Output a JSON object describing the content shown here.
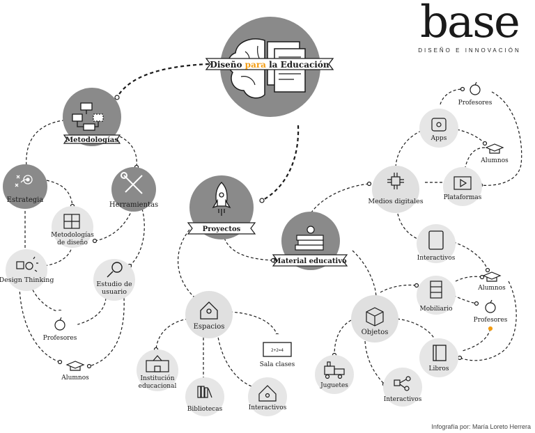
{
  "brand": {
    "logo": "base",
    "tagline": "DISEÑO E INNOVACIÓN"
  },
  "title": {
    "part1": "Diseño ",
    "part2": "para",
    "part3": " la Educación"
  },
  "nodes": {
    "metodologias": "Metodologías",
    "estrategia": "Estrategia",
    "herramientas": "Herramientas",
    "metodologias_diseno_1": "Metodologías",
    "metodologias_diseno_2": "de diseño",
    "design_thinking": "Design Thinking",
    "estudio_usuario_1": "Estudio de",
    "estudio_usuario_2": "usuario",
    "profesores_left": "Profesores",
    "alumnos_left": "Alumnos",
    "proyectos": "Proyectos",
    "material_educativo": "Material educativo",
    "espacios": "Espacios",
    "institucion_1": "Institución",
    "institucion_2": "educacional",
    "bibliotecas": "Bibliotecas",
    "interactivos_espacios": "Interactivos",
    "sala_clases": "Sala clases",
    "medios_digitales": "Medios digitales",
    "apps": "Apps",
    "profesores_top": "Profesores",
    "alumnos_top": "Alumnos",
    "plataformas": "Plataformas",
    "interactivos_medios": "Interactivos",
    "objetos": "Objetos",
    "mobiliario": "Mobiliario",
    "alumnos_right": "Alumnos",
    "profesores_right": "Profesores",
    "libros": "Libros",
    "juguetes": "Juguetes",
    "interactivos_objetos": "Interactivos"
  },
  "board_text": "2+2=4",
  "credit": "Infografía por: María Loreto Herrera",
  "colors": {
    "dark_circle": "#8a8a8a",
    "light_circle": "#e6e6e6",
    "accent": "#f39c12",
    "ink": "#1a1a1a"
  }
}
